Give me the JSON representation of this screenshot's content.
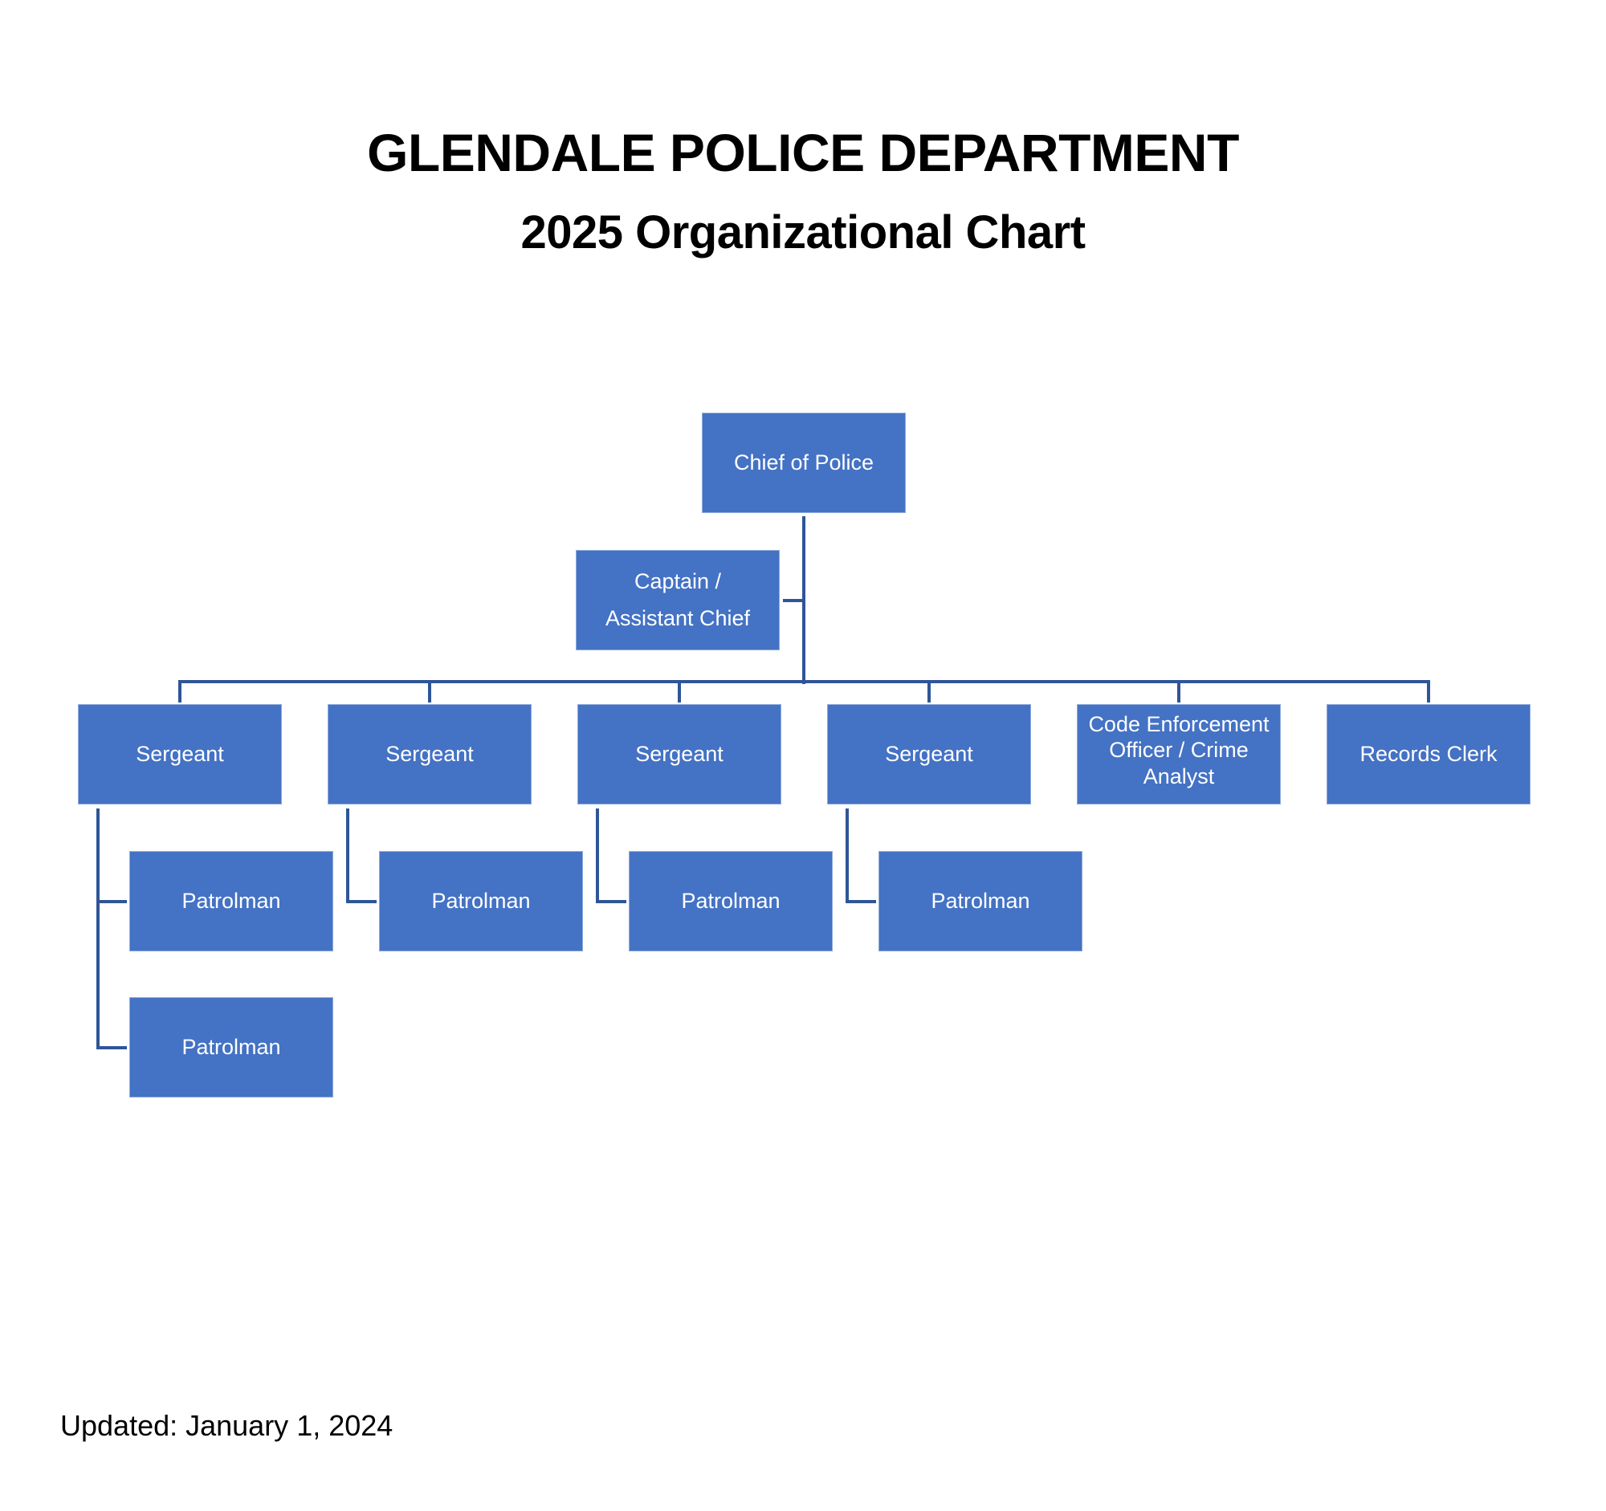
{
  "header": {
    "title": "GLENDALE POLICE DEPARTMENT",
    "subtitle": "2025 Organizational Chart"
  },
  "org_chart": {
    "box_color": "#4472c4",
    "connector_color": "#2f5597",
    "chief": {
      "label": "Chief of Police"
    },
    "captain": {
      "label": "Captain /\nAssistant Chief"
    },
    "level2": [
      {
        "label": "Sergeant",
        "patrolmen": [
          "Patrolman",
          "Patrolman"
        ]
      },
      {
        "label": "Sergeant",
        "patrolmen": [
          "Patrolman"
        ]
      },
      {
        "label": "Sergeant",
        "patrolmen": [
          "Patrolman"
        ]
      },
      {
        "label": "Sergeant",
        "patrolmen": [
          "Patrolman"
        ]
      },
      {
        "label": "Code Enforcement\nOfficer / Crime\nAnalyst",
        "patrolmen": []
      },
      {
        "label": "Records Clerk",
        "patrolmen": []
      }
    ]
  },
  "footer": {
    "updated": "Updated: January 1, 2024"
  }
}
